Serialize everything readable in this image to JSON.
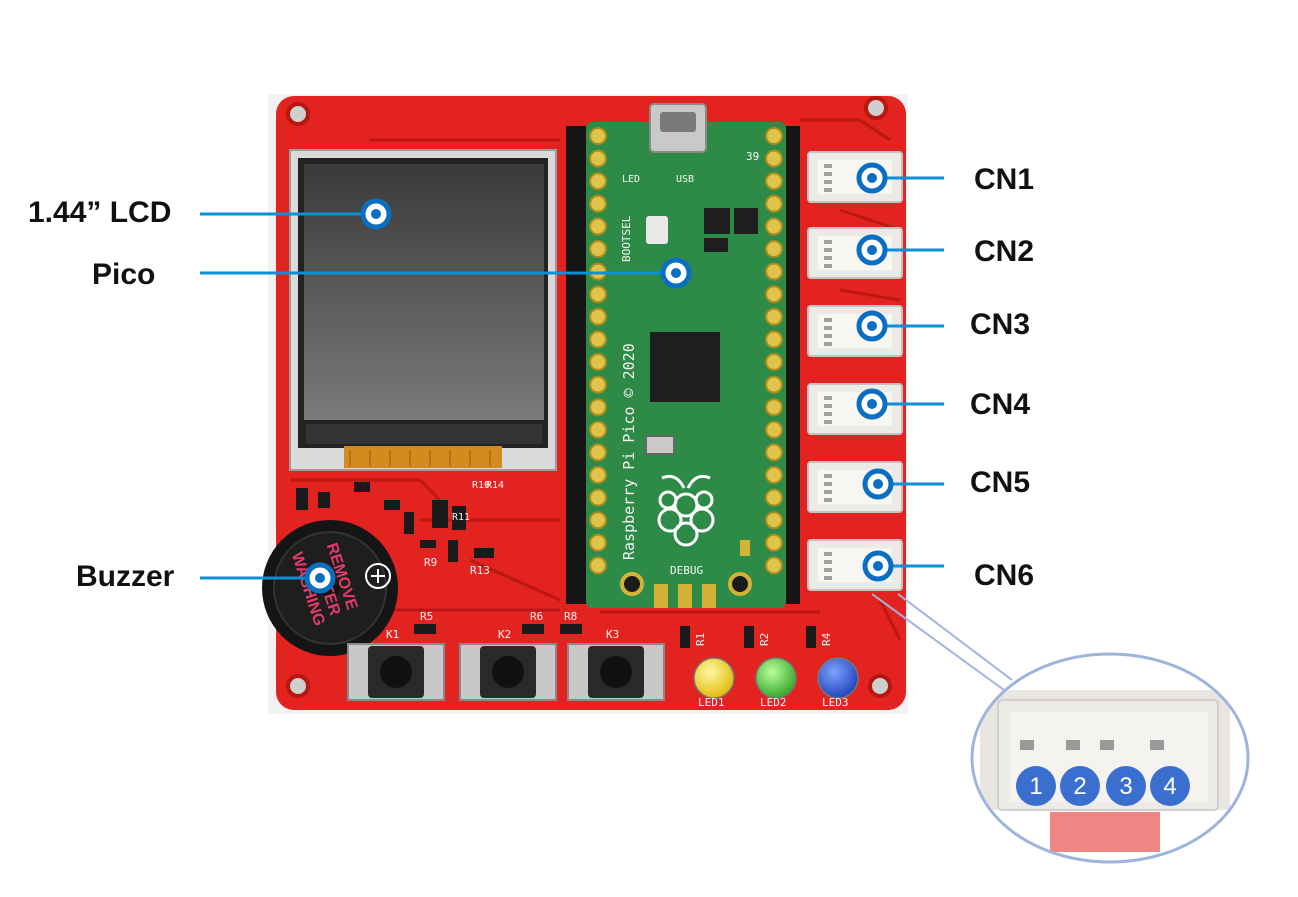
{
  "labels": {
    "lcd": "1.44” LCD",
    "pico": "Pico",
    "buzzer": "Buzzer",
    "connectors": [
      "CN1",
      "CN2",
      "CN3",
      "CN4",
      "CN5",
      "CN6"
    ]
  },
  "connector_pins": [
    "1",
    "2",
    "3",
    "4"
  ],
  "board_silkscreen": {
    "buttons": [
      "K1",
      "K2",
      "K3"
    ],
    "leds": [
      "LED1",
      "LED2",
      "LED3"
    ],
    "resistors": [
      "R5",
      "R6",
      "R8",
      "R1",
      "R2",
      "R4",
      "R13",
      "R9",
      "R10",
      "R14",
      "R11"
    ],
    "pico_text": [
      "Raspberry Pi Pico © 2020",
      "BOOTSEL",
      "LED",
      "USB",
      "DEBUG",
      "39"
    ],
    "buzzer_text": [
      "REMOVE",
      "AFTER",
      "WASHING"
    ]
  },
  "colors": {
    "board": "#e2231f",
    "board_dark": "#b81612",
    "pico": "#2e8b47",
    "callout_line": "#0b8fd6",
    "marker": "#0a6fc0",
    "led1": "#f2d21b",
    "led2": "#45c43a",
    "led3": "#2155d8",
    "zoom_outline": "#9fb4dc"
  }
}
